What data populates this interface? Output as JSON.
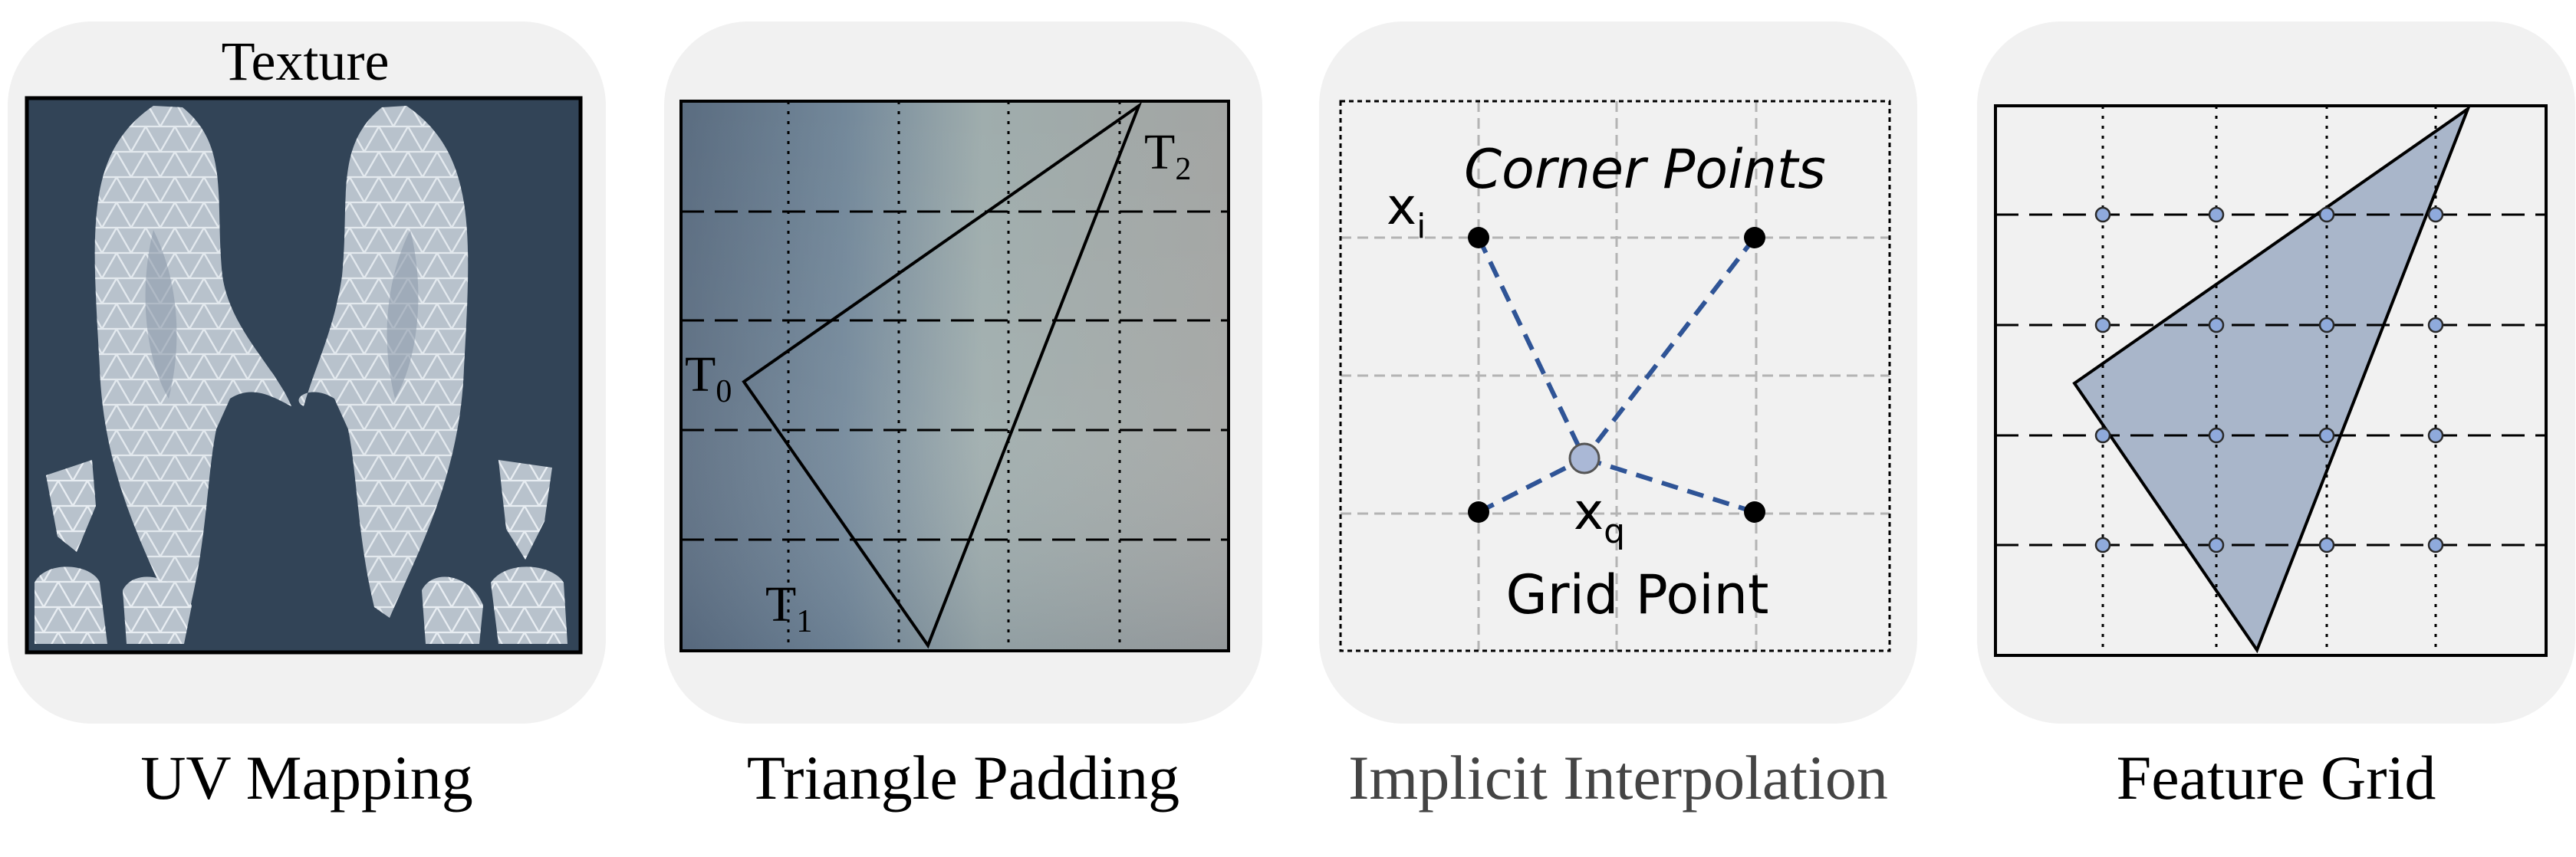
{
  "panels": [
    {
      "caption": "UV Mapping",
      "title": "Texture"
    },
    {
      "caption": "Triangle Padding",
      "labels": {
        "t0": "T",
        "t0_sub": "0",
        "t1": "T",
        "t1_sub": "1",
        "t2": "T",
        "t2_sub": "2"
      }
    },
    {
      "caption": "Implicit Interpolation",
      "labels": {
        "corner_points": "Corner Points",
        "xi": "x",
        "xi_sub": "i",
        "xq": "x",
        "xq_sub": "q",
        "grid_point": "Grid Point"
      }
    },
    {
      "caption": "Feature Grid"
    }
  ],
  "colors": {
    "panel_bg": "#f1f1f1",
    "uv_background": "#324457",
    "accent_blue": "#2f5496",
    "feature_fill": "#a9b6ca",
    "grid_node": "#8faadc"
  }
}
